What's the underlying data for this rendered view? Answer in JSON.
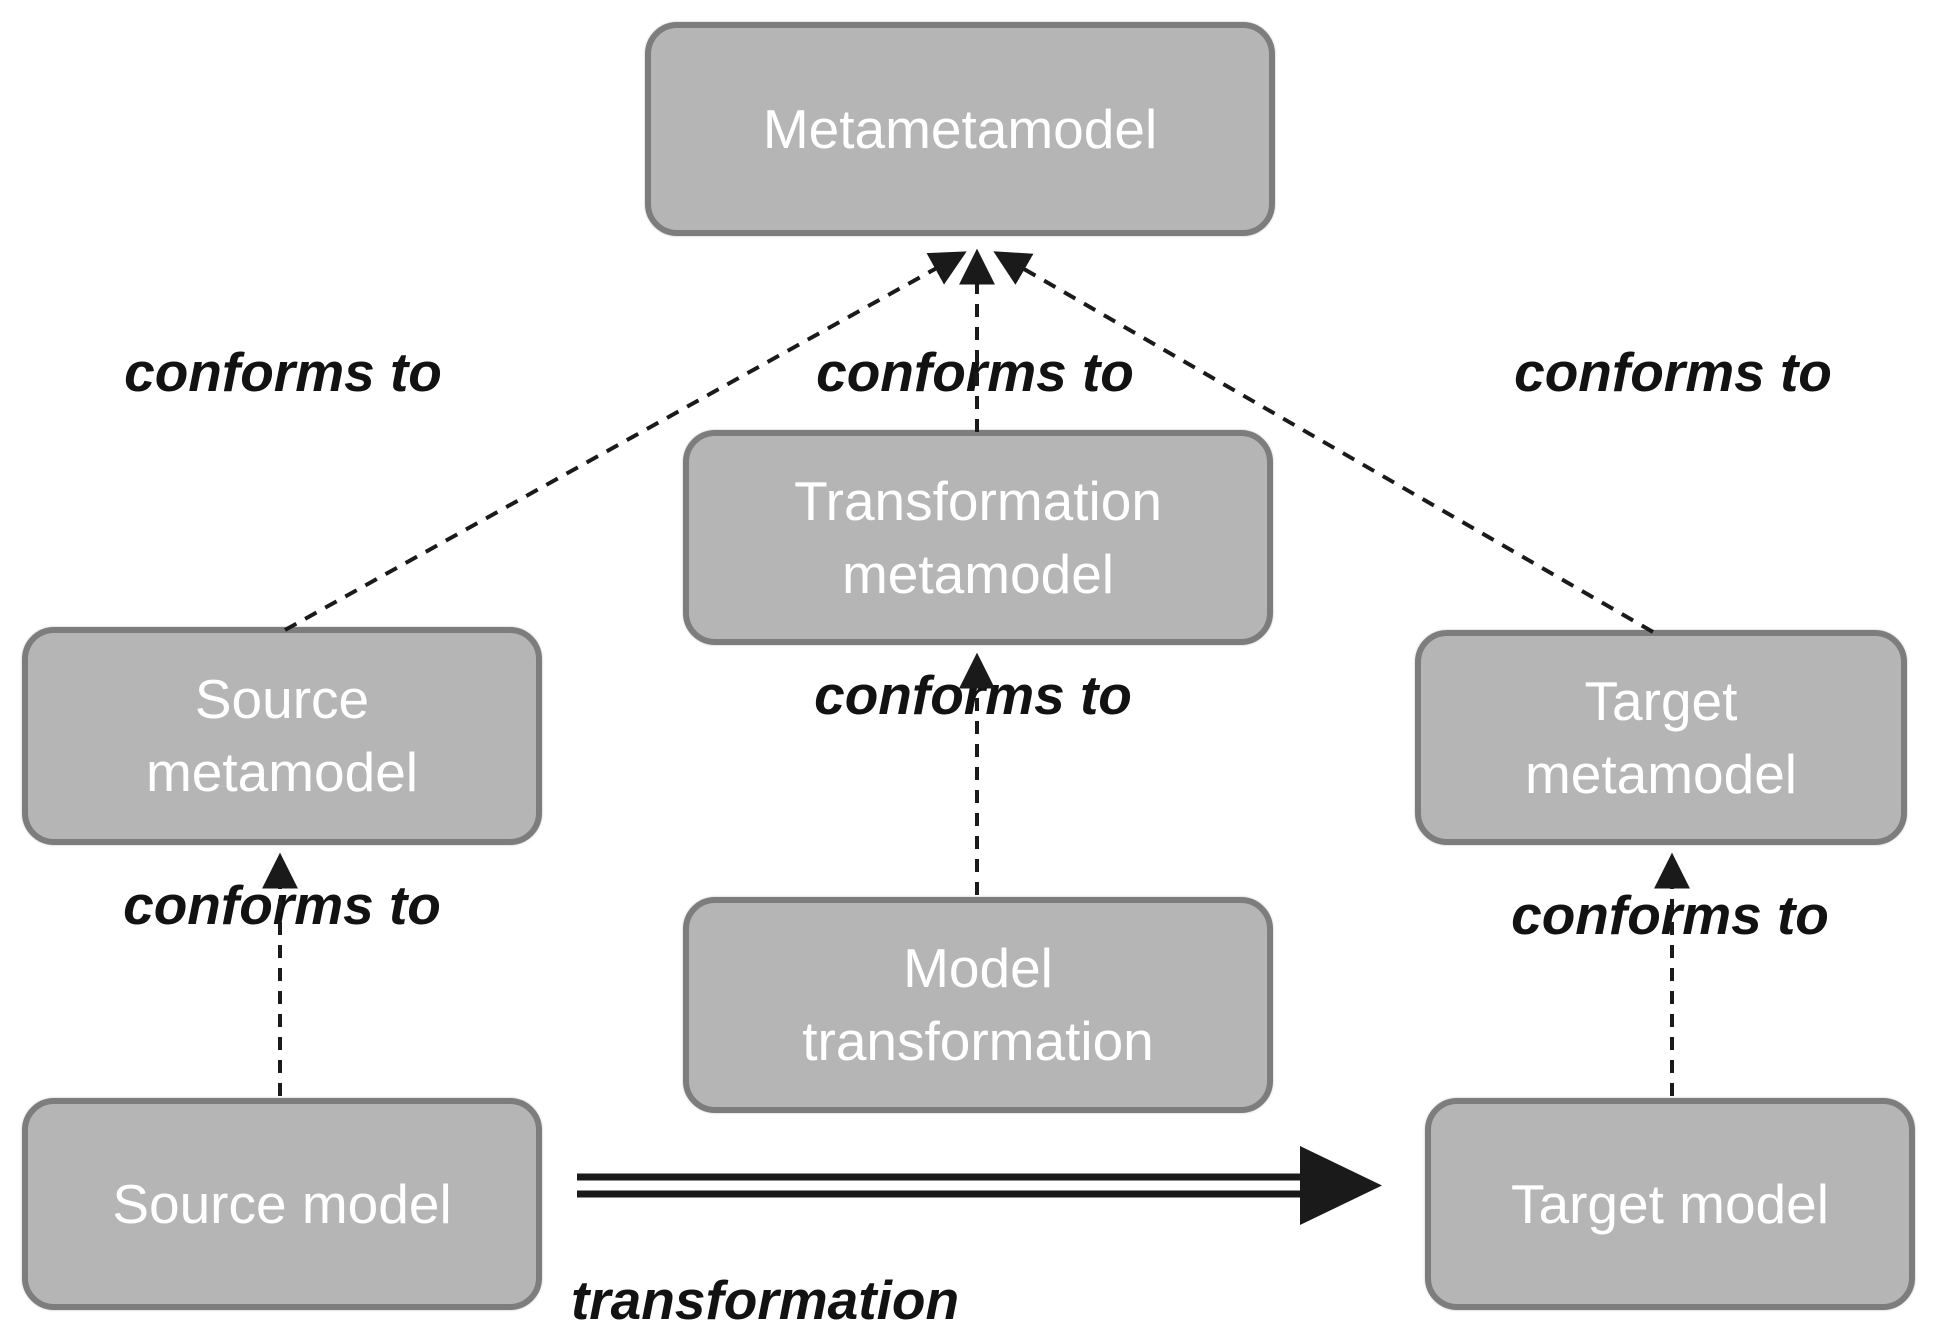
{
  "diagram": {
    "colors": {
      "background": "#ffffff",
      "box_fill": "#b5b5b5",
      "box_border": "#7d7d7d",
      "box_text": "#ffffff",
      "label_text": "#121212",
      "arrow": "#1a1a1a"
    },
    "nodes": {
      "metametamodel": {
        "label": "Metametamodel"
      },
      "transformation_metamodel": {
        "label": "Transformation\nmetamodel"
      },
      "source_metamodel": {
        "label": "Source\nmetamodel"
      },
      "target_metamodel": {
        "label": "Target\nmetamodel"
      },
      "model_transformation": {
        "label": "Model\ntransformation"
      },
      "source_model": {
        "label": "Source model"
      },
      "target_model": {
        "label": "Target model"
      }
    },
    "edge_labels": {
      "conforms_source_metamodel": "conforms to",
      "conforms_transformation_metamodel": "conforms to",
      "conforms_target_metamodel": "conforms to",
      "conforms_transformation": "conforms to",
      "conforms_source": "conforms to",
      "conforms_target": "conforms to",
      "transformation": "transformation"
    }
  }
}
